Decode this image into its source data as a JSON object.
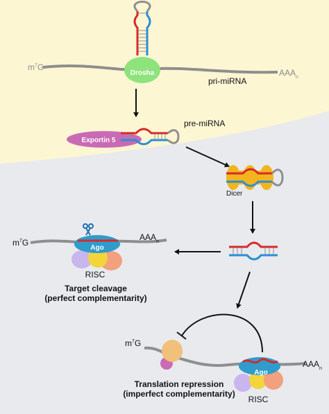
{
  "colors": {
    "nucleus_bg": "#fdf6d3",
    "cytoplasm_bg": "#e8eaee",
    "mirna_strand": "#d62a2a",
    "passenger_strand": "#2a8fd6",
    "rna": "#8e8e8e",
    "drosha": "#8fe37c",
    "exportin": "#c96ab5",
    "dicer": "#f3b51d",
    "ago": "#2f9ccc",
    "risc_purple": "#c9b6ee",
    "risc_orange": "#f2a07d",
    "risc_yellow": "#f3d43a",
    "ribosome": "#f1c07a"
  },
  "labels": {
    "cap_top_m": "m",
    "cap_top_sup": "7",
    "cap_top_g": "G",
    "drosha": "Drosha",
    "polya_top": "AAA",
    "polya_top_sub": "n",
    "pri_mirna": "pri-miRNA",
    "pre_mirna": "pre-miRNA",
    "exportin": "Exportin 5",
    "dicer": "Dicer",
    "cap_left_m": "m",
    "cap_left_sup": "7",
    "cap_left_g": "G",
    "polya_left": "AAA",
    "polya_left_sub": "n",
    "ago_left": "Ago",
    "risc_left": "RISC",
    "cleavage_title": "Target cleavage",
    "cleavage_sub": "(perfect complementarity)",
    "cap_bottom_m": "m",
    "cap_bottom_sup": "7",
    "cap_bottom_g": "G",
    "ago_right": "Ago",
    "polya_right": "AAA",
    "polya_right_sub": "n",
    "risc_right": "RISC",
    "repression_title": "Translation repression",
    "repression_sub": "(imperfect complementarity)"
  },
  "icons": {
    "scissors": "scissors-icon"
  }
}
